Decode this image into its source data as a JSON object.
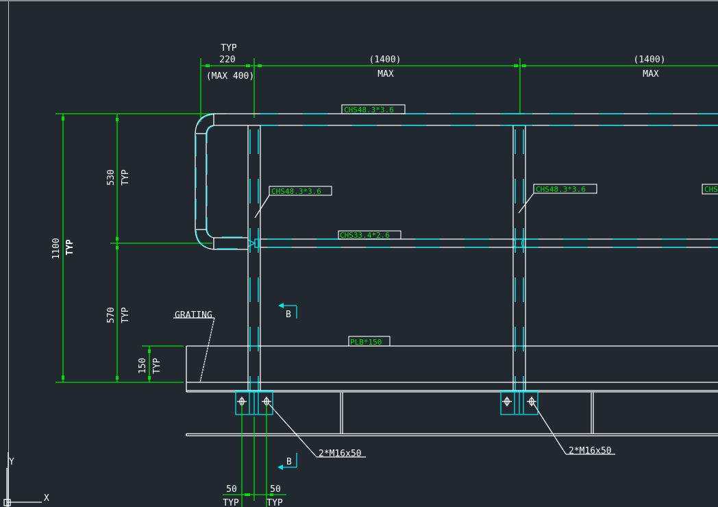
{
  "drawing": {
    "top_dims": {
      "first_span": {
        "typ": "TYP",
        "value": "220",
        "max": "(MAX 400)"
      },
      "span_2": {
        "value": "(1400)",
        "max": "MAX"
      },
      "span_3": {
        "value": "(1400)",
        "max": "MAX"
      }
    },
    "left_dims": {
      "overall": {
        "value": "1100",
        "typ": "TYP"
      },
      "upper": {
        "value": "530",
        "typ": "TYP"
      },
      "lower": {
        "value": "570",
        "typ": "TYP"
      },
      "toe": {
        "value": "150",
        "typ": "TYP"
      }
    },
    "bottom_dims": {
      "left": {
        "value": "50",
        "typ": "TYP"
      },
      "right": {
        "value": "50",
        "typ": "TYP"
      }
    },
    "labels": {
      "top_rail": "CHS48.3*3.6",
      "post_1": "CHS48.3*3.6",
      "post_2": "CHS48.3*3.6",
      "post_3_partial": "CHS",
      "mid_rail": "CHS33.4*2.6",
      "toe_plate": "PLB*150",
      "grating": "GRATING",
      "bolts_1": "2*M16x50",
      "bolts_2": "2*M16x50"
    },
    "section_marks": {
      "upper": "B",
      "lower": "B"
    },
    "ucs": {
      "x_label": "X",
      "y_label": "Y"
    },
    "colors": {
      "background": "#212830",
      "object": "#ffffff",
      "hidden": "#00e5ee",
      "dimension": "#00e000"
    }
  }
}
